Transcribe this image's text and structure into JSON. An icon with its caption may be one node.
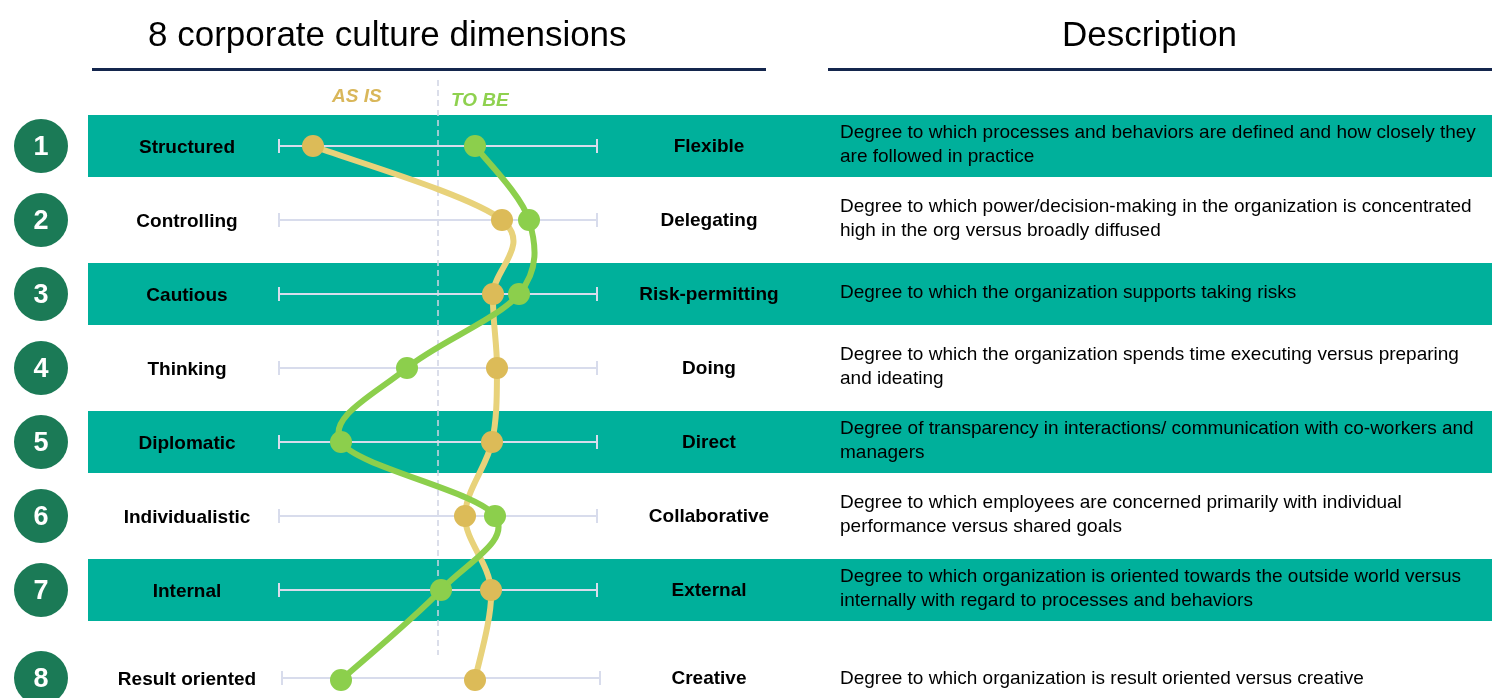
{
  "diagram": {
    "nodes": [
      {
        "text": [
          "1"
        ]
      },
      {
        "text": [
          "Structured",
          "Flexible",
          "Degree to which processes and behaviors are defined and how closely they are followed in practice"
        ]
      },
      {
        "text": [
          "2"
        ]
      },
      {
        "text": [
          "3"
        ]
      },
      {
        "text": [
          "Cautious",
          "Risk-permitting",
          "Degree to which the organization supports taking risks"
        ]
      },
      {
        "text": [
          "4"
        ]
      },
      {
        "text": [
          "5"
        ]
      },
      {
        "text": [
          "Diplomatic",
          "Direct",
          "Degree of transparency in interactions/ communication with co-workers and managers"
        ]
      },
      {
        "text": [
          "6"
        ]
      },
      {
        "text": [
          "7"
        ]
      },
      {
        "text": [
          "Internal",
          "External",
          "Degree to which organization is oriented towards the outside world versus internally with regard to processes and behaviors"
        ]
      },
      {
        "text": [
          "8"
        ]
      }
    ],
    "labels": [
      "8 corporate culture dimensions",
      "Description",
      "AS IS",
      "TO BE",
      "Controlling",
      "Delegating",
      "Degree to which power/decision-making in the organization is concentrated high in the org versus broadly diffused",
      "Thinking",
      "Doing",
      "Degree to which the organization spends time executing versus preparing and ideating",
      "Individualistic",
      "Collaborative",
      "Degree to which employees are concerned primarily with individual performance versus shared goals",
      "Result oriented",
      "Creative",
      "Degree to which organization is result oriented versus creative"
    ]
  }
}
